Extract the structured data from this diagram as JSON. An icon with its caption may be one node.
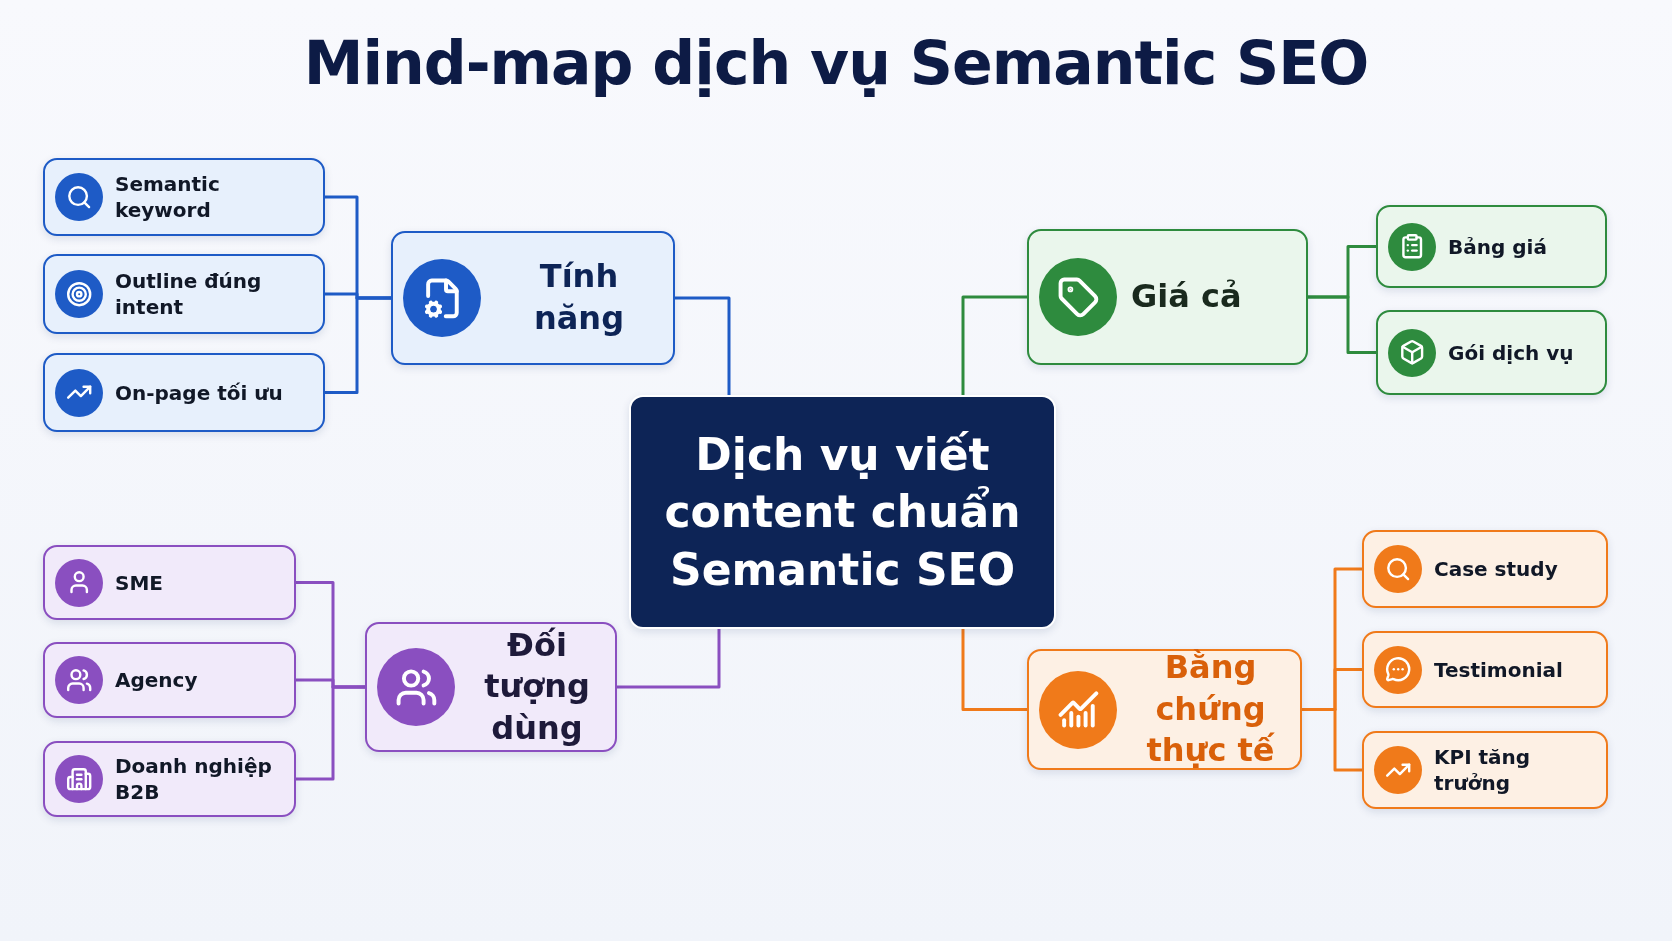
{
  "diagram": {
    "title": "Mind-map dịch vụ Semantic SEO",
    "nodes": [
      {
        "text": [
          "Dịch vụ viết content chuẩn Semantic SEO"
        ]
      },
      {
        "text": [
          "Tính năng"
        ]
      },
      {
        "text": [
          "Semantic keyword"
        ]
      },
      {
        "text": [
          "Outline đúng intent"
        ]
      },
      {
        "text": [
          "On-page tối ưu"
        ]
      },
      {
        "text": [
          "Giá cả"
        ]
      },
      {
        "text": [
          "Bảng giá"
        ]
      },
      {
        "text": [
          "Gói dịch vụ"
        ]
      },
      {
        "text": [
          "Đối tượng dùng"
        ]
      },
      {
        "text": [
          "SME"
        ]
      },
      {
        "text": [
          "Agency"
        ]
      },
      {
        "text": [
          "Doanh nghiệp B2B"
        ]
      },
      {
        "text": [
          "Bằng chứng thực tế"
        ]
      },
      {
        "text": [
          "Case study"
        ]
      },
      {
        "text": [
          "Testimonial"
        ]
      },
      {
        "text": [
          "KPI tăng trưởng"
        ]
      }
    ],
    "edges": [
      {
        "from": 0,
        "to": 1,
        "arrow": "none",
        "color": "#1e5bc6"
      },
      {
        "from": 1,
        "to": 2,
        "arrow": "none",
        "color": "#1e5bc6"
      },
      {
        "from": 1,
        "to": 3,
        "arrow": "none",
        "color": "#1e5bc6"
      },
      {
        "from": 1,
        "to": 4,
        "arrow": "none",
        "color": "#1e5bc6"
      },
      {
        "from": 0,
        "to": 5,
        "arrow": "none",
        "color": "#2e8b3e"
      },
      {
        "from": 5,
        "to": 6,
        "arrow": "none",
        "color": "#2e8b3e"
      },
      {
        "from": 5,
        "to": 7,
        "arrow": "none",
        "color": "#2e8b3e"
      },
      {
        "from": 0,
        "to": 8,
        "arrow": "none",
        "color": "#8a4fc0"
      },
      {
        "from": 8,
        "to": 9,
        "arrow": "none",
        "color": "#8a4fc0"
      },
      {
        "from": 8,
        "to": 10,
        "arrow": "none",
        "color": "#8a4fc0"
      },
      {
        "from": 8,
        "to": 11,
        "arrow": "none",
        "color": "#8a4fc0"
      },
      {
        "from": 0,
        "to": 12,
        "arrow": "none",
        "color": "#f07a1a"
      },
      {
        "from": 12,
        "to": 13,
        "arrow": "none",
        "color": "#f07a1a"
      },
      {
        "from": 12,
        "to": 14,
        "arrow": "none",
        "color": "#f07a1a"
      },
      {
        "from": 12,
        "to": 15,
        "arrow": "none",
        "color": "#f07a1a"
      }
    ]
  }
}
